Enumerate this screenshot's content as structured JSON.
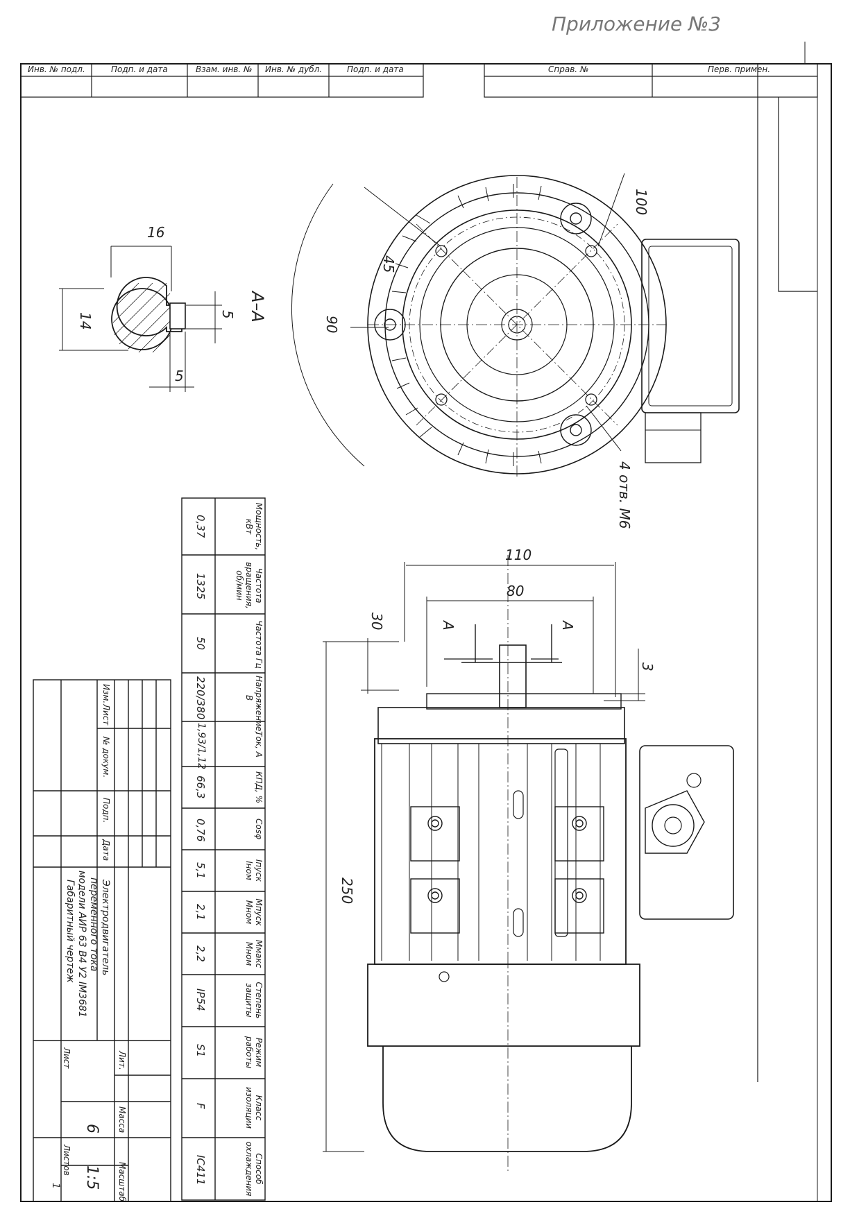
{
  "appendix_note": "Приложение №3",
  "top_stamp": {
    "cells": [
      "Инв. № подл.",
      "Подп. и дата",
      "Взам. инв. №",
      "Инв. № дубл.",
      "Подп. и дата"
    ],
    "right_cells": [
      "Справ. №",
      "Перв. примен."
    ]
  },
  "section": {
    "label": "А–А",
    "dims": {
      "width": "16",
      "height": "14",
      "key_depth": "5",
      "key_width": "5"
    }
  },
  "front_view": {
    "dims": {
      "flange": "100",
      "pcd": "90",
      "angle": "45"
    },
    "holes": "4 отв. М6"
  },
  "side_view": {
    "dims": {
      "overall": "110",
      "inner": "80",
      "shaft": "30",
      "gap": "3",
      "length": "250"
    },
    "section_marks": [
      "А",
      "А"
    ]
  },
  "specs": {
    "headers": [
      "Мощность, кВт",
      "Частота вращения, об/мин",
      "Частота Гц",
      "Напряжение, В",
      "Ток, А",
      "КПД, %",
      "Cosφ",
      "Iпуск Iном",
      "Мпуск Мном",
      "Ммакс Мном",
      "Степень защиты",
      "Режим работы",
      "Класс изоляции",
      "Способ охлаждения"
    ],
    "values": [
      "0,37",
      "1325",
      "50",
      "220/380",
      "1,93/1,12",
      "66,3",
      "0,76",
      "5,1",
      "2,1",
      "2,2",
      "IP54",
      "S1",
      "F",
      "IC411"
    ]
  },
  "title_block": {
    "revision_headers": [
      "Изм.",
      "Лист",
      "№ докум.",
      "Подп.",
      "Дата"
    ],
    "title_lines": [
      "Электродвигатель",
      "переменного тока",
      "модели АИР 63 В4 У2 IM3681",
      "Габаритный чертеж"
    ],
    "lit_label": "Лит.",
    "mass_label": "Масса",
    "scale_label": "Масштаб",
    "mass_value": "6",
    "scale_value": "1:5",
    "sheet_label": "Лист",
    "sheets_label": "Листов",
    "sheets_value": "1"
  }
}
